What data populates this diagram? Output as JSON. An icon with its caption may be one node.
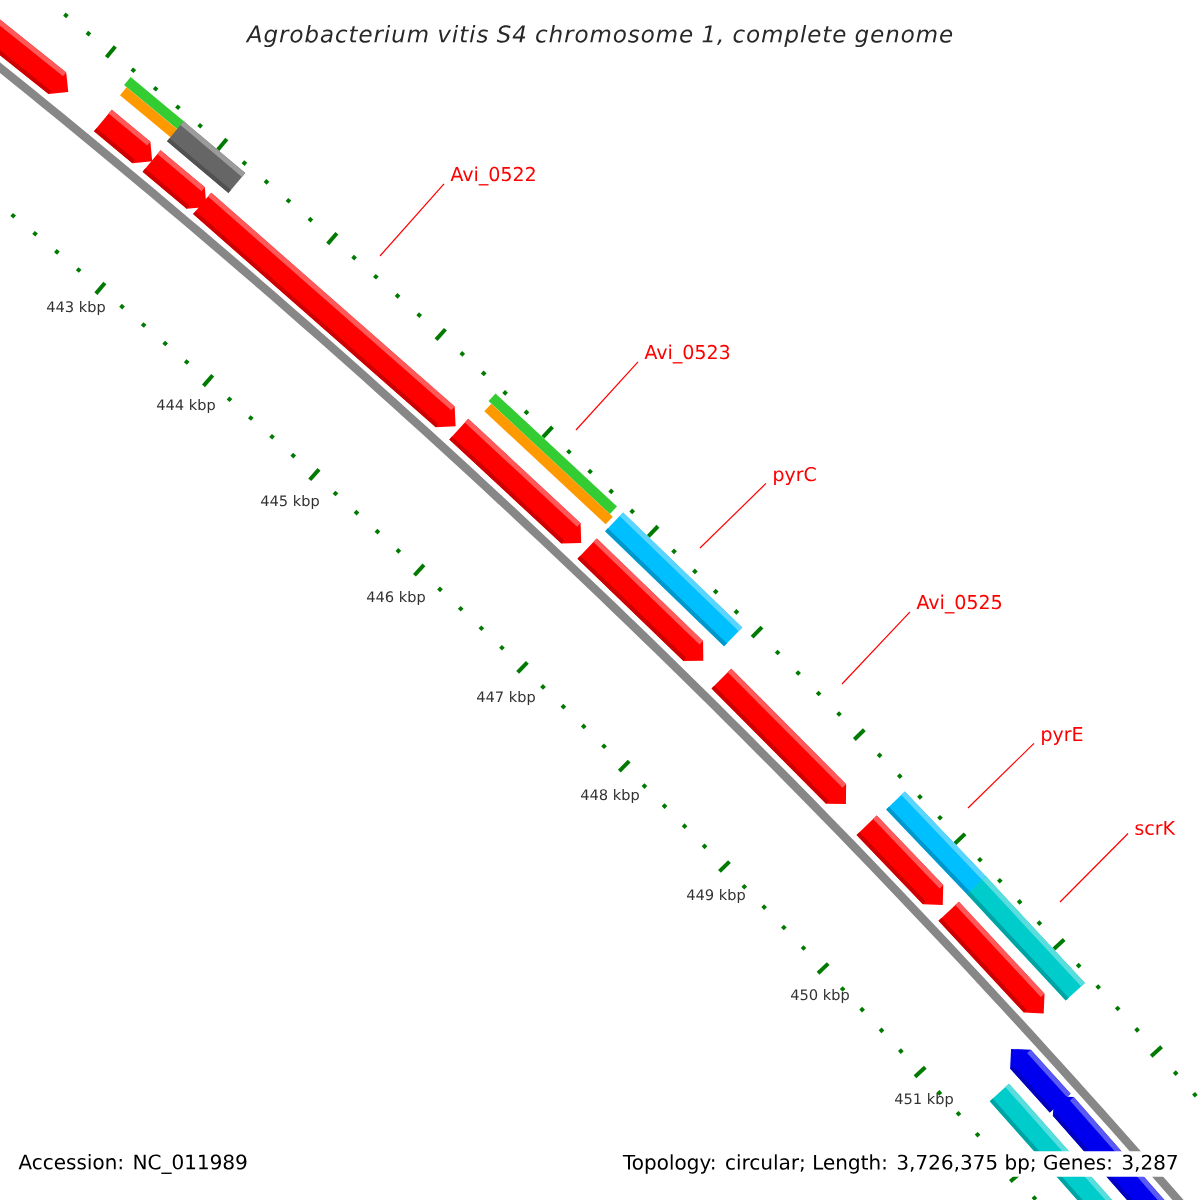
{
  "diagram": {
    "title": "Agrobacterium vitis S4 chromosome 1, complete genome",
    "nodes": [
      {
        "text": [
          "Avi_0522"
        ]
      },
      {
        "text": [
          "Avi_0523"
        ]
      },
      {
        "text": [
          "pyrC"
        ]
      },
      {
        "text": [
          "Avi_0525"
        ]
      },
      {
        "text": [
          "pyrE"
        ]
      },
      {
        "text": [
          "scrK"
        ]
      }
    ],
    "edges": [
      {
        "from": 0,
        "to": null,
        "arrow": "none"
      },
      {
        "from": 1,
        "to": null,
        "arrow": "none"
      },
      {
        "from": 2,
        "to": null,
        "arrow": "none"
      },
      {
        "from": 3,
        "to": null,
        "arrow": "none"
      },
      {
        "from": 4,
        "to": null,
        "arrow": "none"
      },
      {
        "from": 5,
        "to": null,
        "arrow": "none"
      }
    ],
    "labels": [
      "443 kbp",
      "444 kbp",
      "445 kbp",
      "446 kbp",
      "447 kbp",
      "448 kbp",
      "449 kbp",
      "450 kbp",
      "451 kbp",
      "Accession: NC_011989",
      "Topology: circular; Length: 3,726,375 bp; Genes: 3,287"
    ]
  }
}
